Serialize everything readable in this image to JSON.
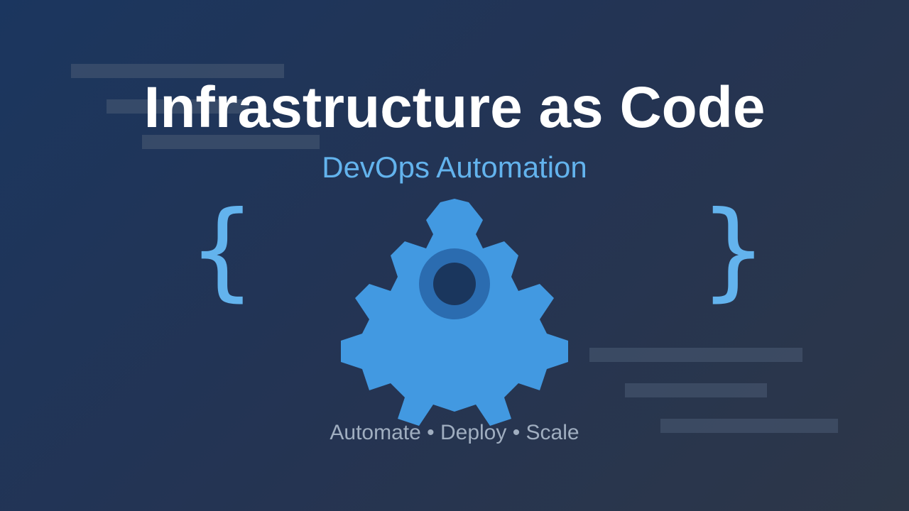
{
  "slide": {
    "title": "Infrastructure as Code",
    "subtitle": "DevOps Automation",
    "tagline": "Automate • Deploy • Scale",
    "brace_left": "{",
    "brace_right": "}"
  },
  "colors": {
    "background_start": "#1b365f",
    "background_end": "#2d3748",
    "title": "#ffffff",
    "accent": "#63b3ed",
    "gear": "#4299e1",
    "gear_ring": "#2b6cb0",
    "gear_hub": "#1a365d",
    "tagline": "#a0aec0",
    "decor_bar": "#4a5b74"
  },
  "icons": {
    "gear": "gear-icon"
  }
}
